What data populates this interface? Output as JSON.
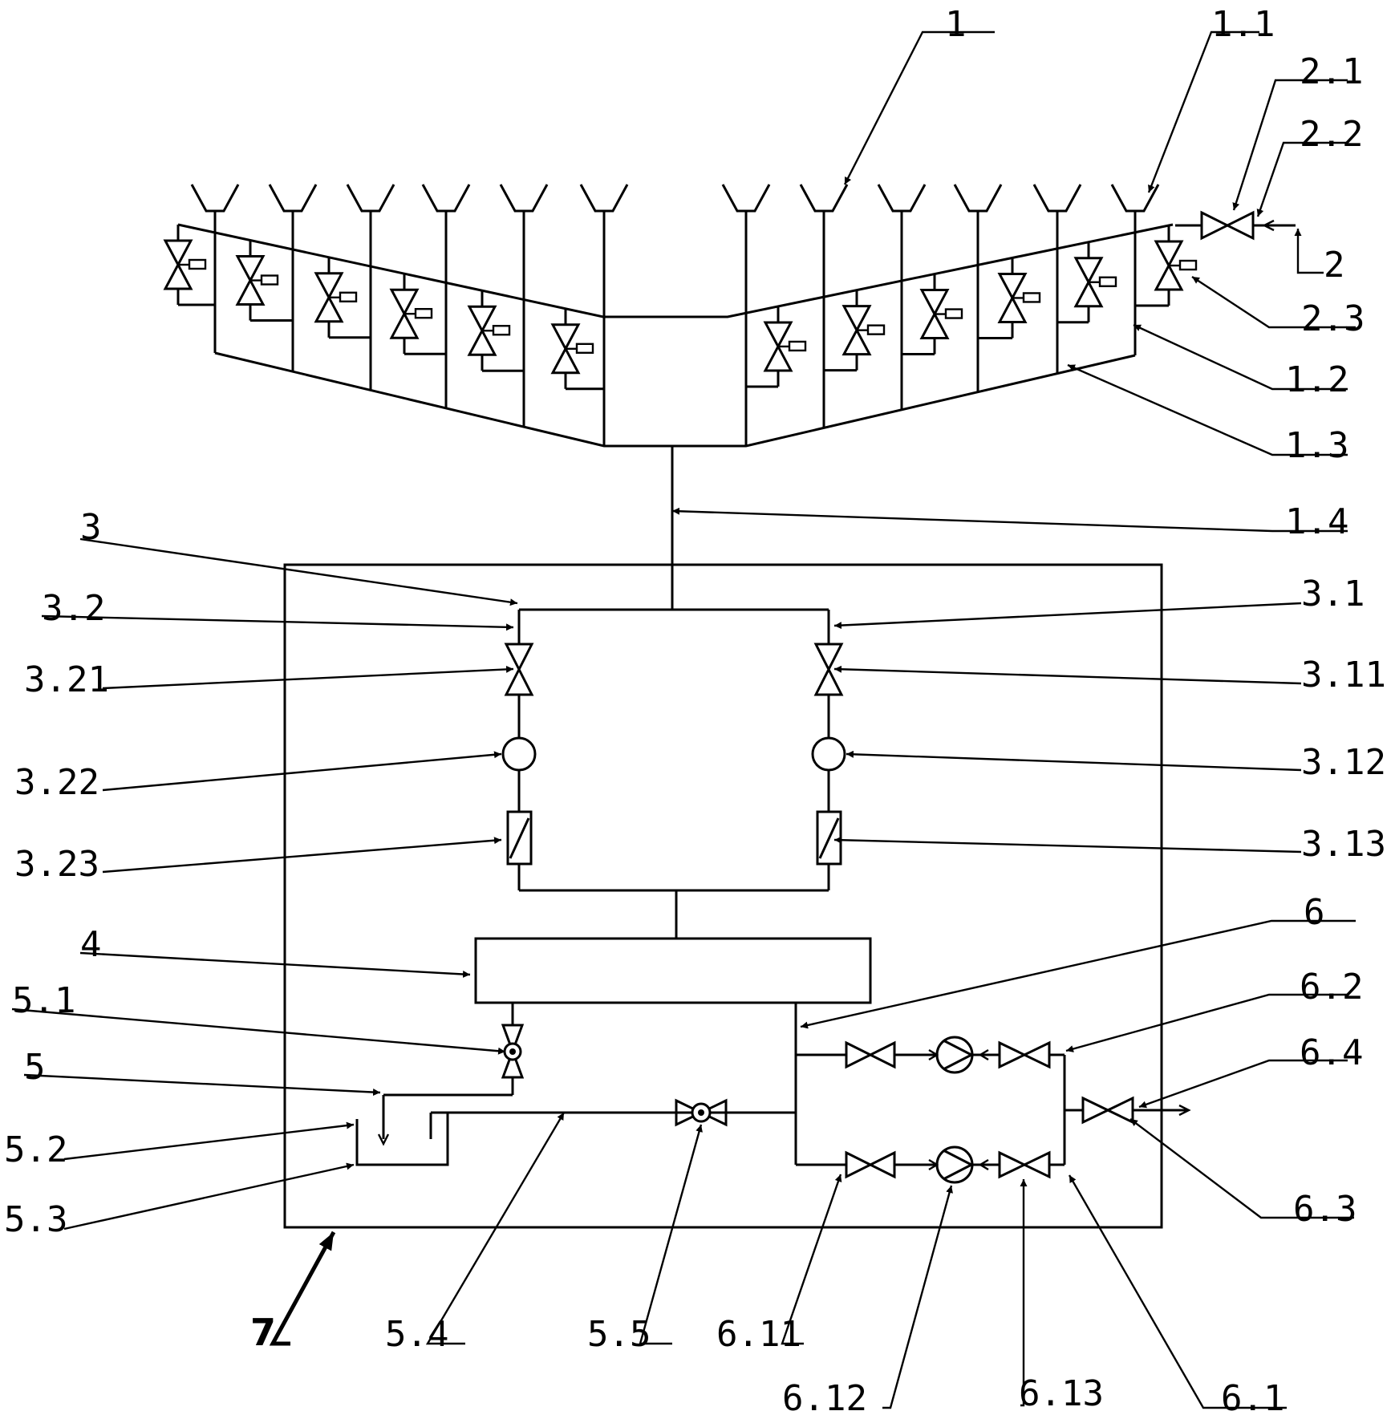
{
  "labels": {
    "l1": "1",
    "l1_1": "1.1",
    "l1_2": "1.2",
    "l1_3": "1.3",
    "l1_4": "1.4",
    "l2": "2",
    "l2_1": "2.1",
    "l2_2": "2.2",
    "l2_3": "2.3",
    "l3": "3",
    "l3_1": "3.1",
    "l3_11": "3.11",
    "l3_12": "3.12",
    "l3_13": "3.13",
    "l3_2": "3.2",
    "l3_21": "3.21",
    "l3_22": "3.22",
    "l3_23": "3.23",
    "l4": "4",
    "l5": "5",
    "l5_1": "5.1",
    "l5_2": "5.2",
    "l5_3": "5.3",
    "l5_4": "5.4",
    "l5_5": "5.5",
    "l6": "6",
    "l6_1": "6.1",
    "l6_11": "6.11",
    "l6_12": "6.12",
    "l6_13": "6.13",
    "l6_2": "6.2",
    "l6_3": "6.3",
    "l6_4": "6.4",
    "l7": "7"
  }
}
